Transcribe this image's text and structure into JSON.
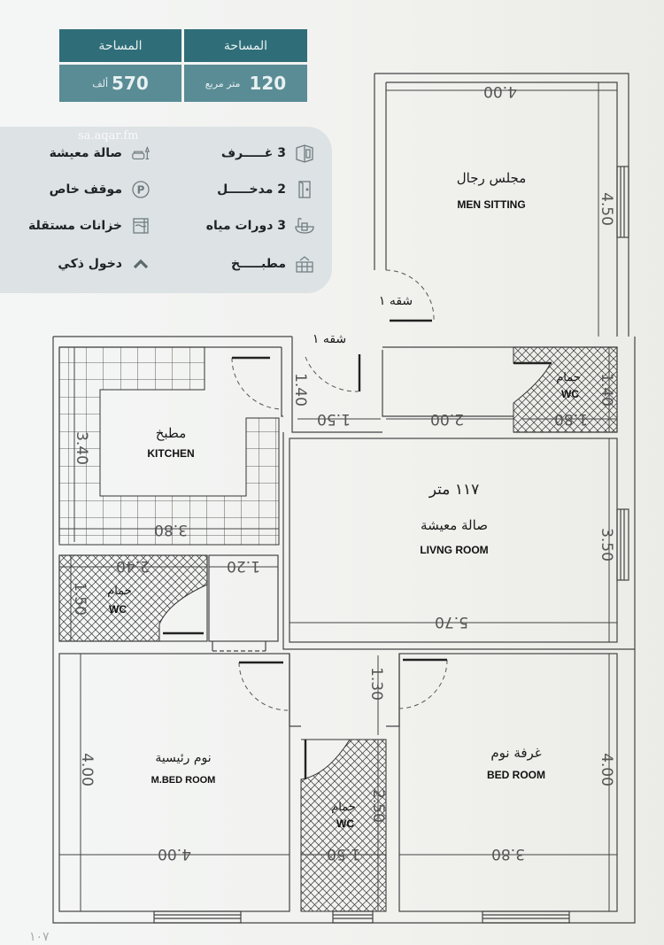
{
  "stats": {
    "headers": [
      "المساحة",
      "المساحة"
    ],
    "area": {
      "value": "120",
      "unit": "متر مربع"
    },
    "price": {
      "value": "570",
      "unit": "ألف"
    }
  },
  "watermark": "sa.aqar.fm",
  "features": [
    {
      "icon": "rooms-icon",
      "label": "3 غـــــرف"
    },
    {
      "icon": "living-room-icon",
      "label": "صالة معيشة"
    },
    {
      "icon": "door-icon",
      "label": "2 مدخـــــل"
    },
    {
      "icon": "parking-icon",
      "label": "موقف خاص"
    },
    {
      "icon": "bathtub-icon",
      "label": "3 دورات مياه"
    },
    {
      "icon": "tank-icon",
      "label": "خزانات مستقلة"
    },
    {
      "icon": "kitchen-icon",
      "label": "مطبـــــخ"
    },
    {
      "icon": "chevron-up-icon",
      "label": "دخول ذكي"
    }
  ],
  "rooms": {
    "men_sitting": {
      "ar": "مجلس رجال",
      "en": "MEN SITTING",
      "w": "4.00",
      "h": "4.50"
    },
    "kitchen": {
      "ar": "مطبخ",
      "en": "KITCHEN",
      "w": "3.80",
      "h": "3.40"
    },
    "living": {
      "area": "١١٧ متر",
      "ar": "صالة معيشة",
      "en": "LIVNG ROOM",
      "w": "5.70",
      "h": "3.50"
    },
    "wc_top": {
      "ar": "حمام",
      "en": "WC",
      "w": "1.80",
      "h": "1.40"
    },
    "wc_left": {
      "ar": "حمام",
      "en": "WC",
      "w": "2.40",
      "h": "1.50"
    },
    "wc_bottom": {
      "ar": "حمام",
      "en": "WC",
      "w": "1.50",
      "h": "2.50"
    },
    "master_bed": {
      "ar": "نوم رئيسية",
      "en": "M.BED ROOM",
      "w": "4.00",
      "h": "4.00"
    },
    "bed": {
      "ar": "غرفة نوم",
      "en": "BED ROOM",
      "w": "3.80",
      "h": "4.00"
    }
  },
  "corridors": {
    "entry_h": "1.40",
    "entry_w": "1.50",
    "hall_w": "2.00",
    "closet_w": "1.20",
    "hall_bottom_h": "1.30"
  },
  "entrances": [
    "شقه ١",
    "شقه ١"
  ],
  "page_number": "١٠٧"
}
